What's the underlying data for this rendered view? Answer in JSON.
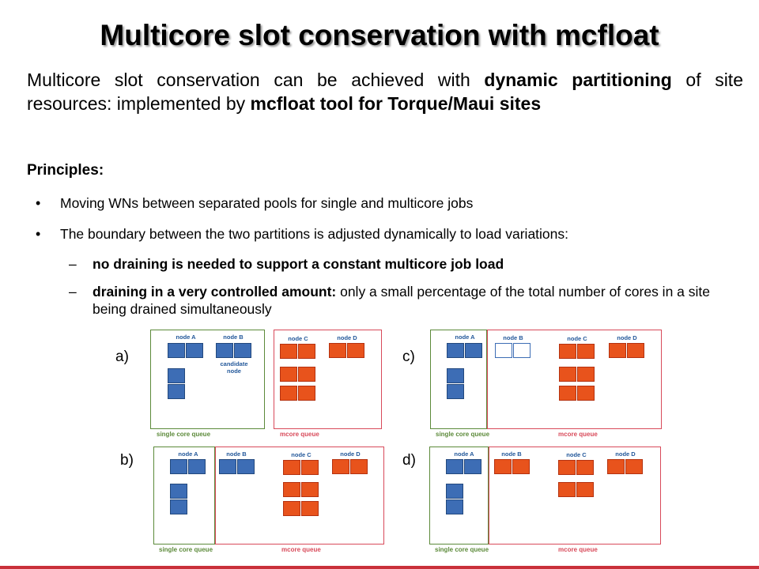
{
  "title": "Multicore slot conservation with mcfloat",
  "intro": {
    "part1": "Multicore slot conservation can be achieved with ",
    "bold1": "dynamic partitioning",
    "part2": " of site resources: implemented by ",
    "bold2": "mcfloat tool for Torque/Maui sites"
  },
  "principles_heading": "Principles:",
  "bullets": [
    "Moving WNs between separated pools for single and multicore jobs",
    "The boundary between the two partitions is adjusted dynamically to load variations:"
  ],
  "sub_bullets": [
    {
      "bold": "no draining is needed to support a constant multicore job load",
      "text": ""
    },
    {
      "bold": "draining in a very controlled amount:",
      "text": " only a small percentage of the total number of cores in a site being drained simultaneously"
    }
  ],
  "diagram": {
    "panel_labels": [
      "a)",
      "b)",
      "c)",
      "d)"
    ],
    "node_labels": [
      "node A",
      "node B",
      "node C",
      "node D"
    ],
    "candidate_label": "candidate\nnode",
    "single_queue_label": "single core queue",
    "mcore_queue_label": "mcore queue",
    "colors": {
      "single_core_job": "#3d6db5",
      "multicore_job": "#e8531c",
      "single_queue_border": "#5c8a3a",
      "mcore_queue_border": "#d84a5a"
    }
  }
}
